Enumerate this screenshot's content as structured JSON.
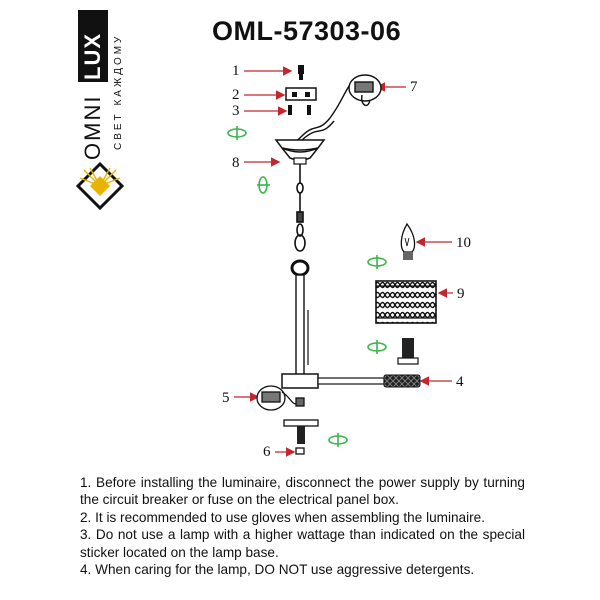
{
  "brand": {
    "name_part1": "OMNI",
    "name_part2": "LUX",
    "slogan": "СВЕТ КАЖДОМУ"
  },
  "title": "OML-57303-06",
  "callouts": [
    "1",
    "2",
    "3",
    "4",
    "5",
    "6",
    "7",
    "8",
    "9",
    "10"
  ],
  "notes": [
    "1. Before installing the luminaire, disconnect the power supply by turning the circuit breaker or fuse on the electrical panel box.",
    "2. It is recommended to use gloves when assembling the luminaire.",
    "3. Do not use a lamp with a higher wattage than indicated on the special sticker located on the lamp base.",
    "4. When caring for the lamp, DO NOT use aggressive detergents."
  ],
  "colors": {
    "accent_arrow": "#39b54a",
    "callout_arrow": "#c1272d",
    "logo_gold": "#e8b400",
    "ink": "#111111"
  }
}
